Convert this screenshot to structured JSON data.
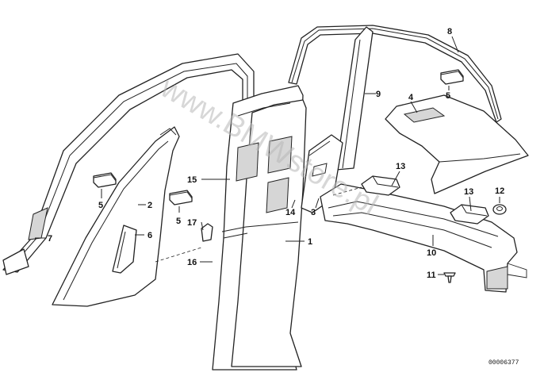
{
  "watermark": "www.BMWstore.pl",
  "reference_code": "00006377",
  "callouts": {
    "c1": "1",
    "c2": "2",
    "c3": "3",
    "c4": "4",
    "c5a": "5",
    "c5b": "5",
    "c5c": "5",
    "c6": "6",
    "c7": "7",
    "c8": "8",
    "c9": "9",
    "c10": "10",
    "c11": "11",
    "c12": "12",
    "c13a": "13",
    "c13b": "13",
    "c14": "14",
    "c15": "15",
    "c16": "16",
    "c17": "17"
  }
}
